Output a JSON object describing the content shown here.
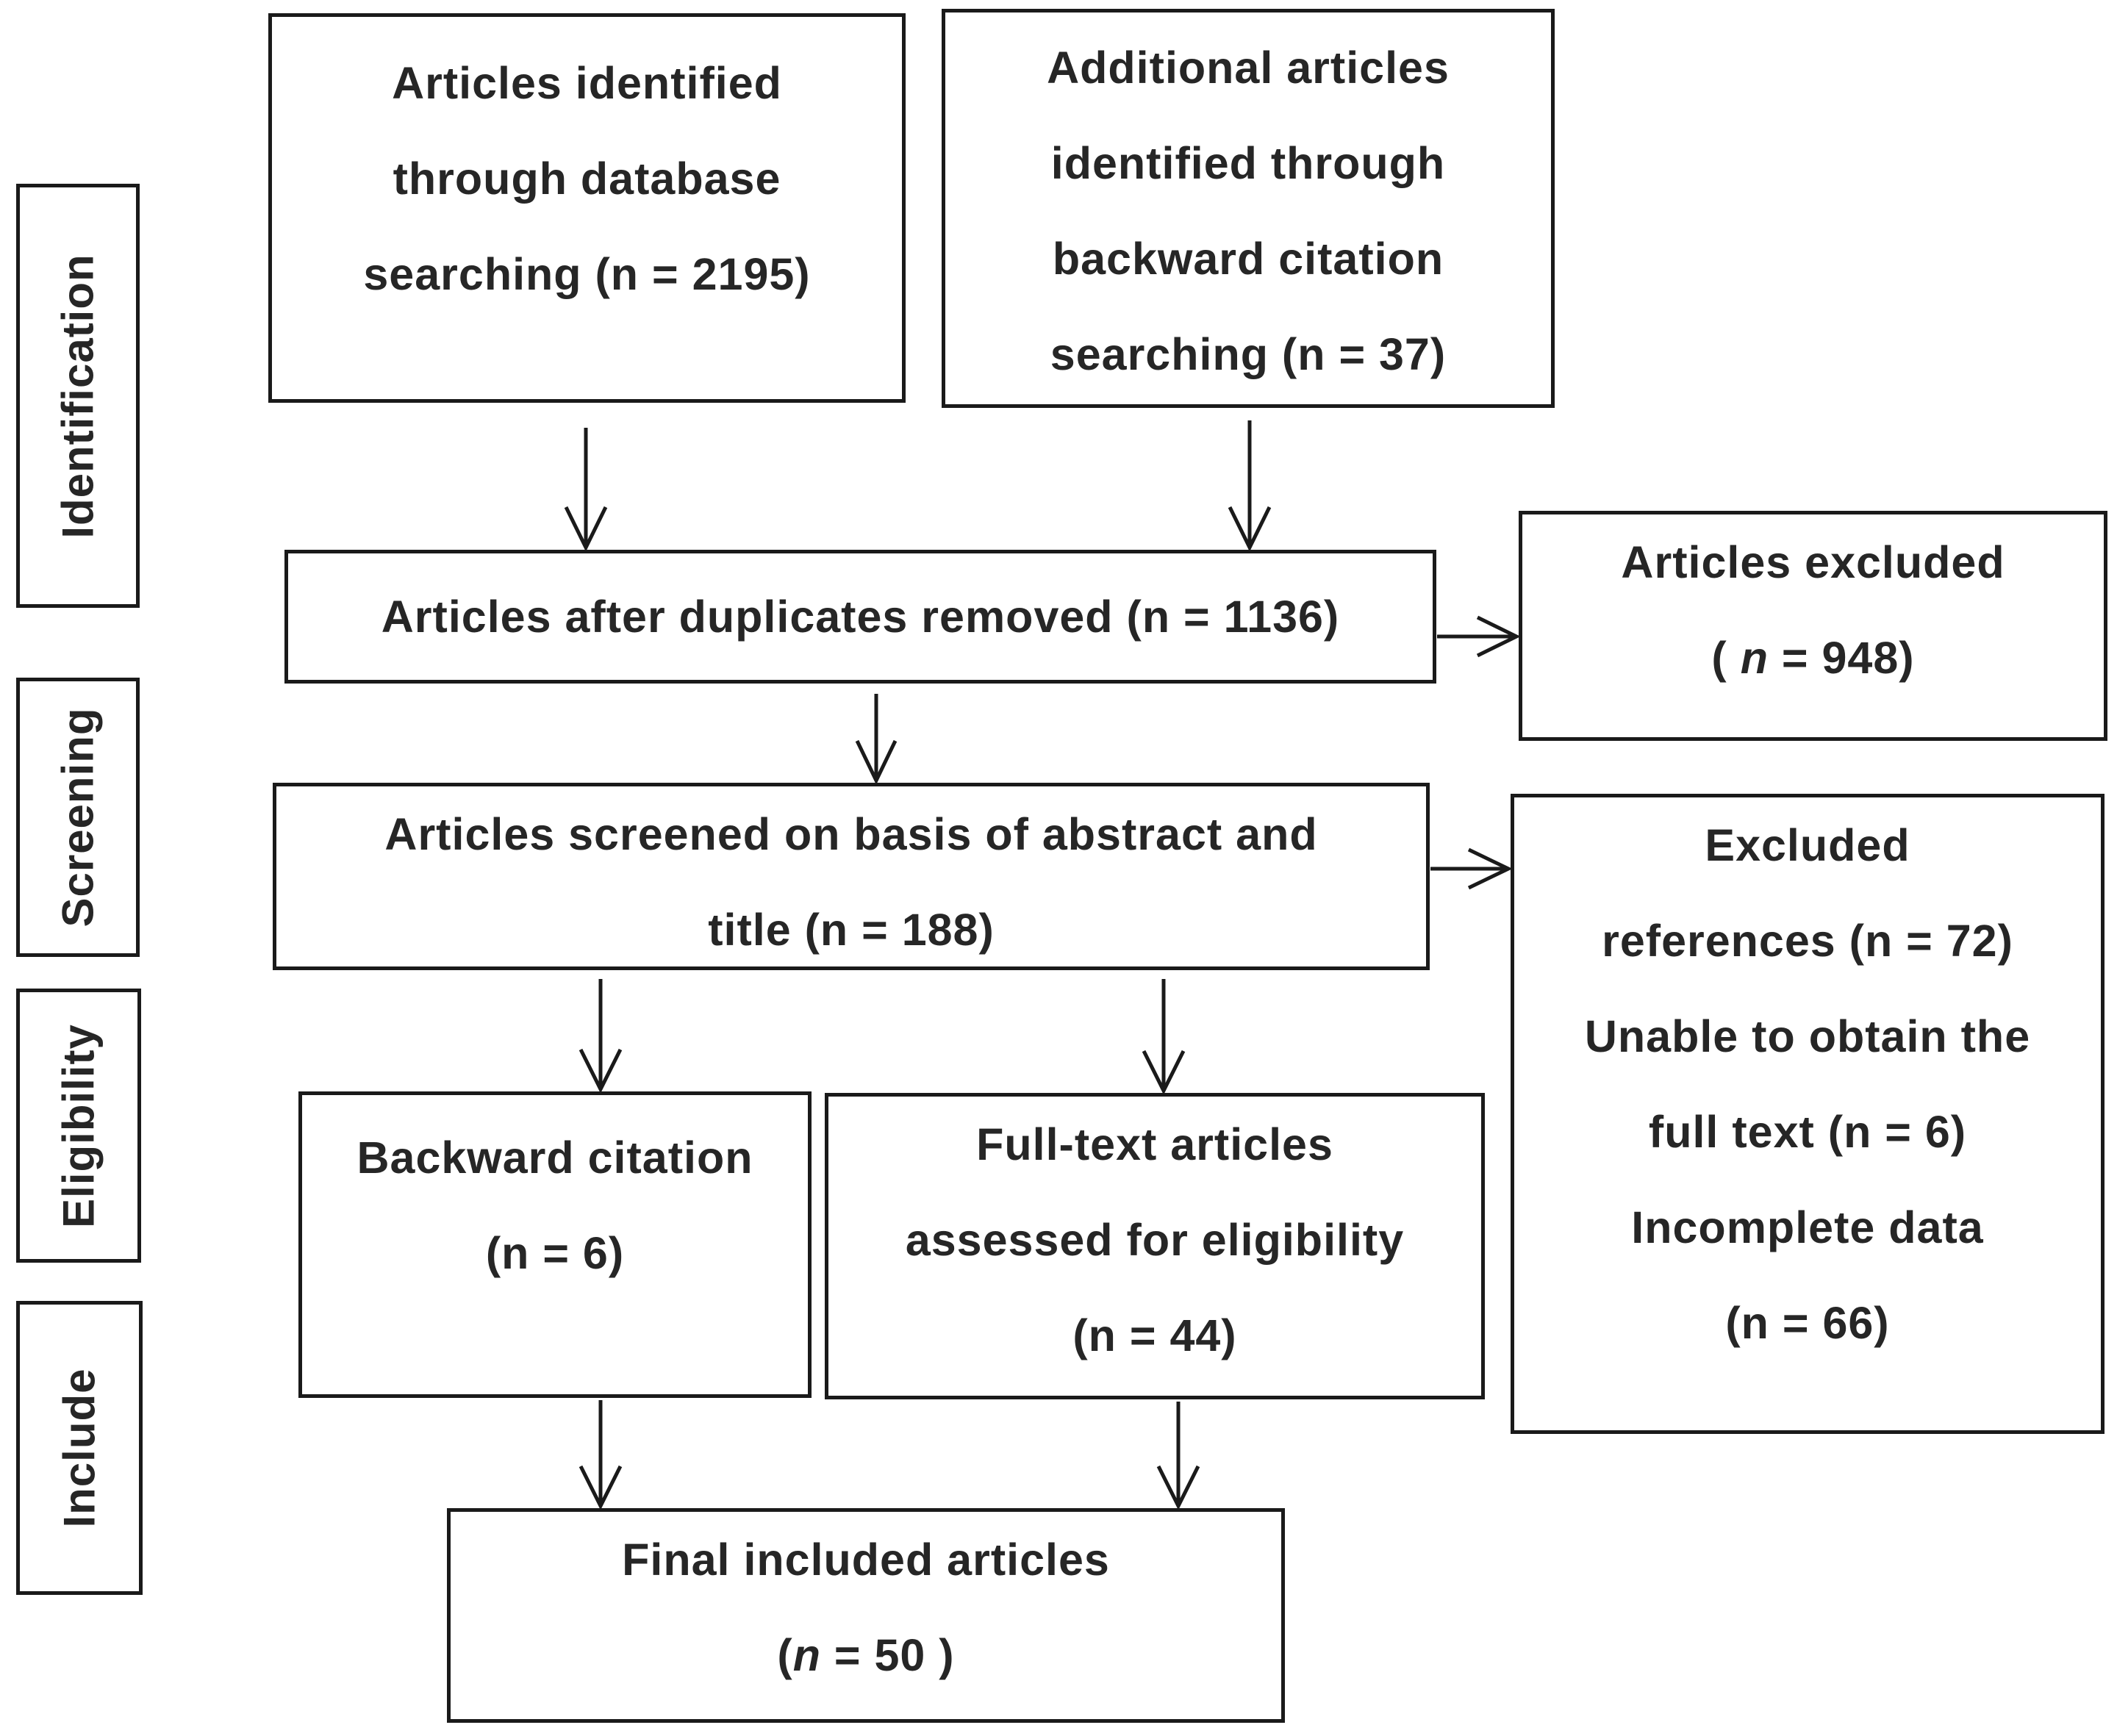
{
  "stages": {
    "identification": "Identification",
    "screening": "Screening",
    "eligibility": "Eligibility",
    "include": "Include"
  },
  "boxes": {
    "database_search": [
      "Articles identified",
      "through database",
      "searching (n = 2195)"
    ],
    "backward_search": [
      "Additional articles",
      "identified through",
      "backward citation",
      "searching (n = 37)"
    ],
    "duplicates_removed": "Articles after duplicates removed (n = 1136)",
    "articles_excluded": {
      "title": "Articles excluded",
      "open": "( ",
      "n_symbol": "n",
      "value": " = 948)"
    },
    "screened": [
      "Articles screened on basis of abstract and",
      "title (n = 188)"
    ],
    "excluded_refs": [
      "Excluded",
      "references (n = 72)",
      "Unable to obtain the",
      "full text (n = 6)",
      "Incomplete data",
      "(n = 66)"
    ],
    "backward_citation": [
      "Backward citation",
      "(n = 6)"
    ],
    "full_text": [
      "Full-text articles",
      "assessed for eligibility",
      "(n = 44)"
    ],
    "final_included": {
      "title": "Final included articles",
      "open": "(",
      "n_symbol": "n",
      "value": " = 50 )"
    }
  }
}
